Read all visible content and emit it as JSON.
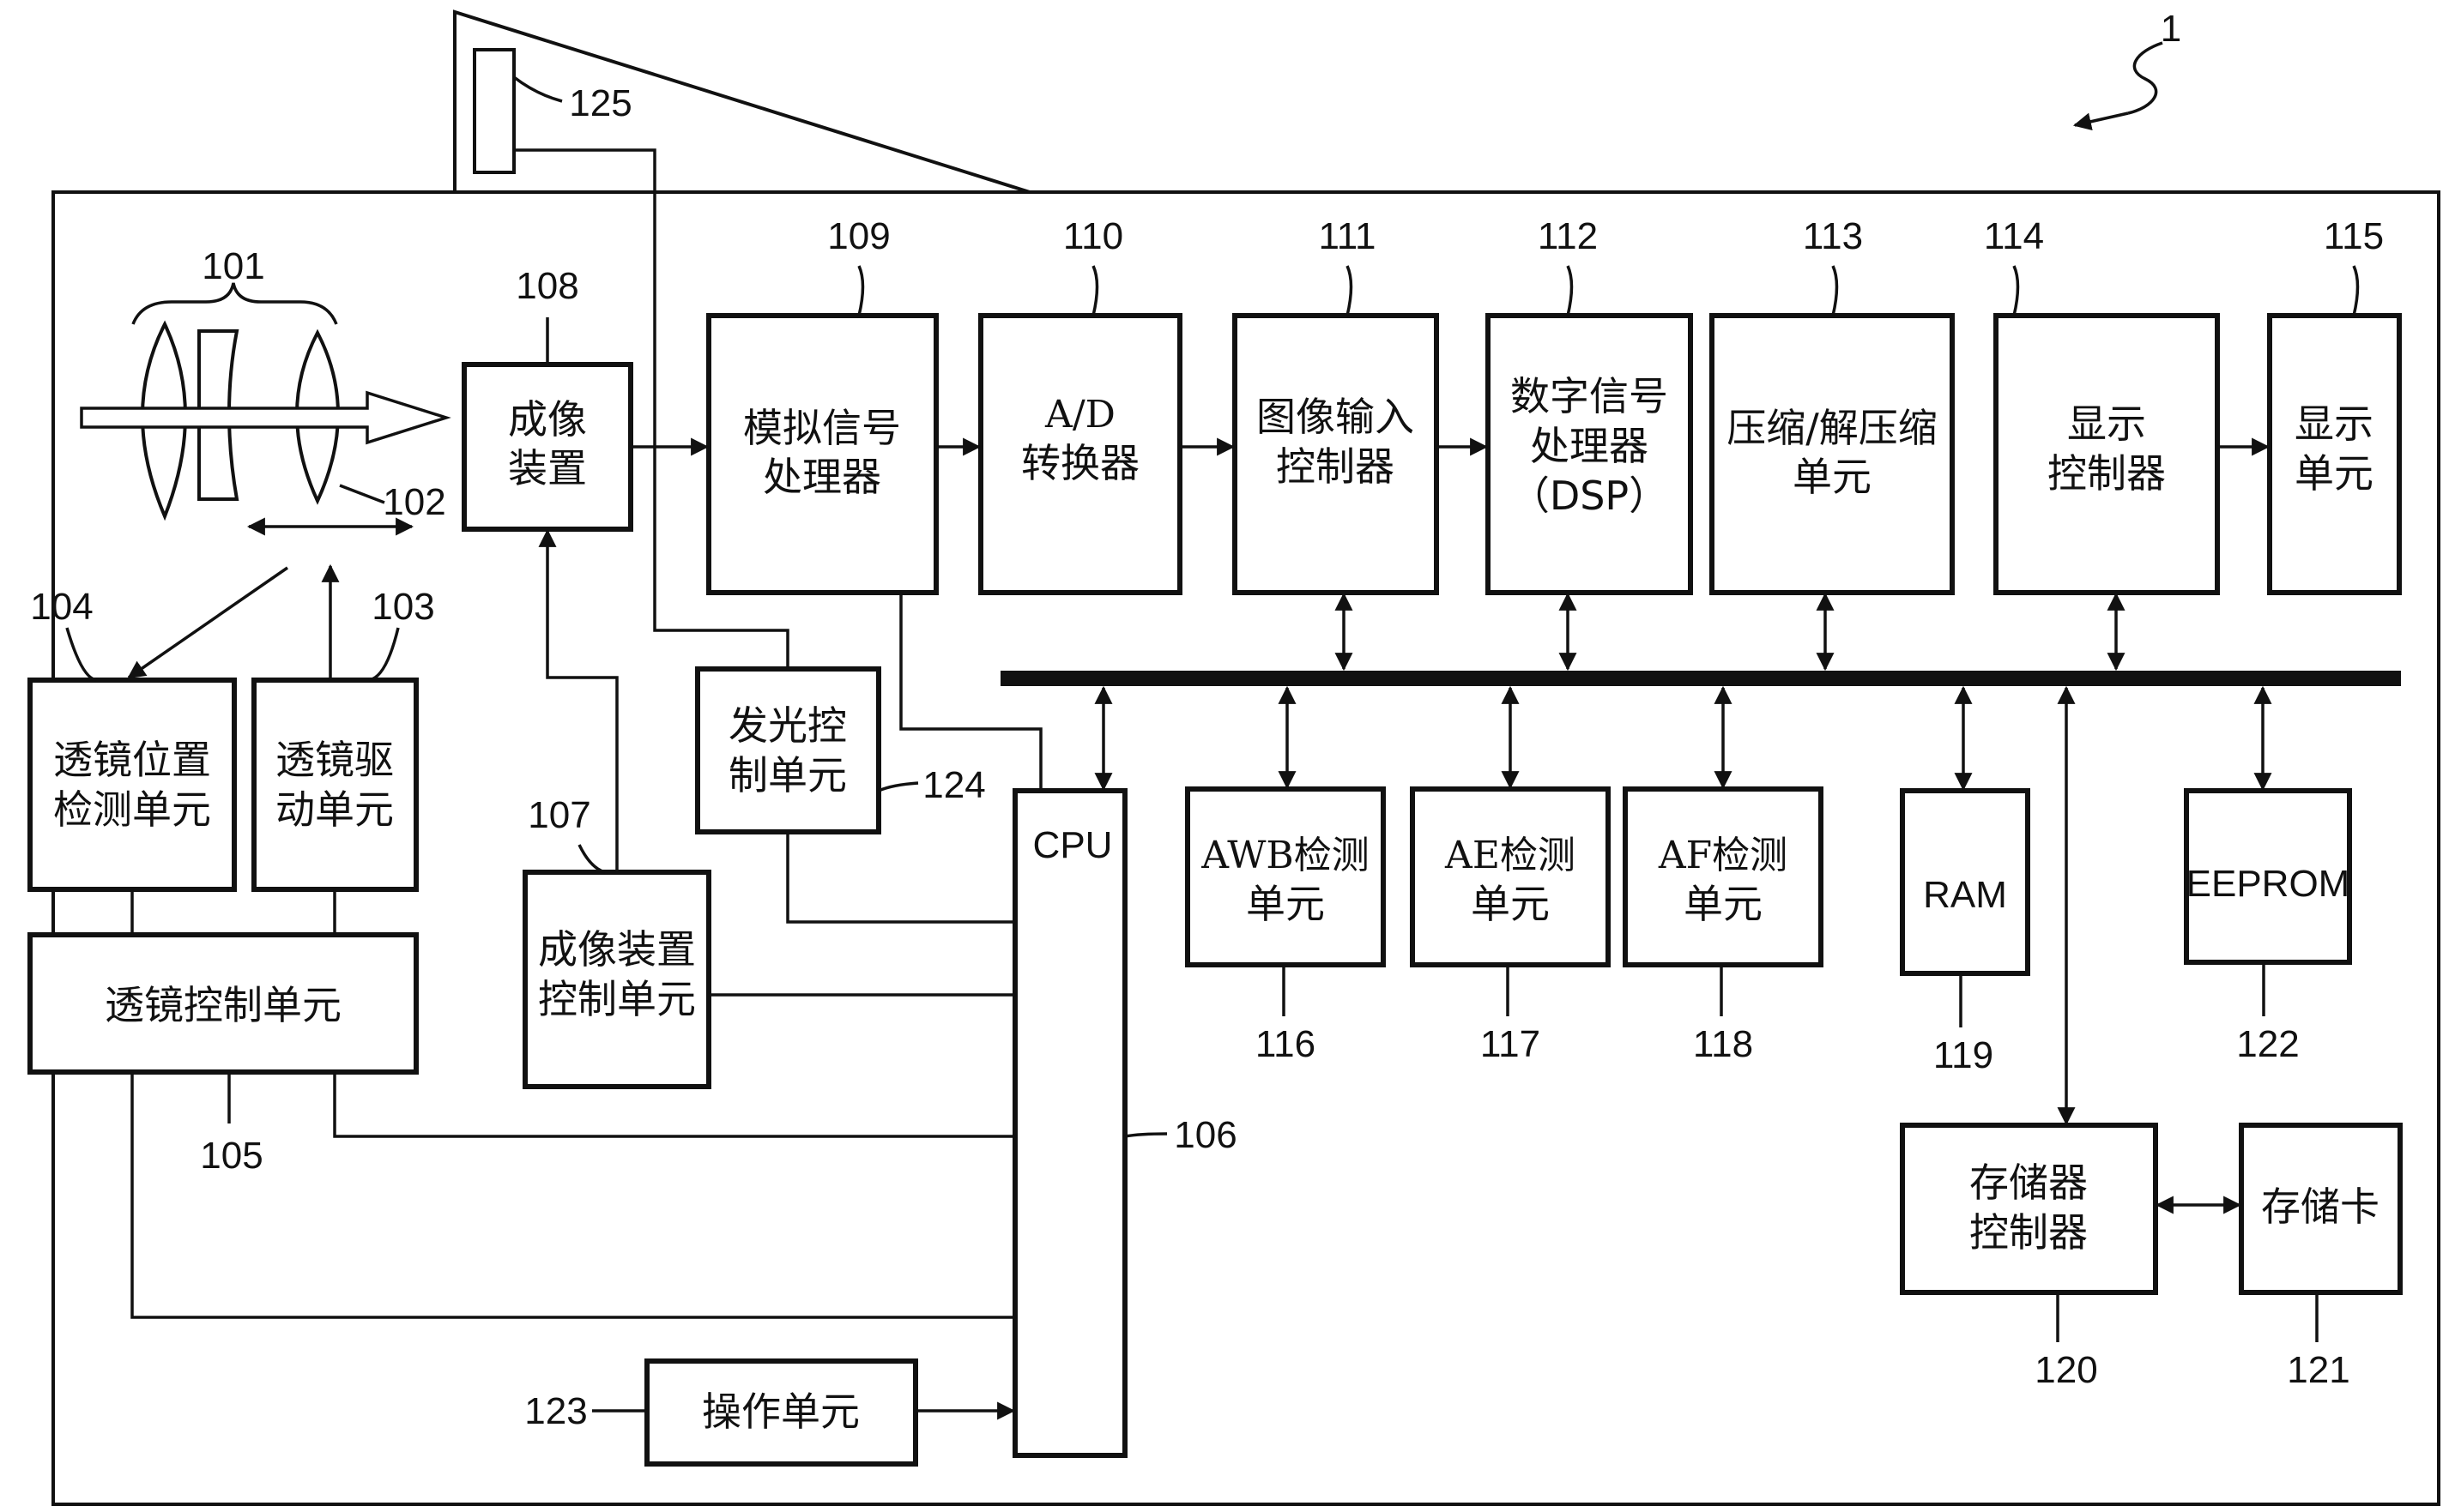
{
  "figure_label": "1",
  "blocks": {
    "imaging_device": {
      "lines": [
        "成像",
        "装置"
      ],
      "ref": "108"
    },
    "analog_signal_processor": {
      "lines": [
        "模拟信号",
        "处理器"
      ],
      "ref": "109"
    },
    "ad_converter": {
      "lines": [
        "A/D",
        "转换器"
      ],
      "ref": "110"
    },
    "image_input_controller": {
      "lines": [
        "图像输入",
        "控制器"
      ],
      "ref": "111"
    },
    "dsp": {
      "lines": [
        "数字信号",
        "处理器",
        "（DSP）"
      ],
      "ref": "112"
    },
    "compression_unit": {
      "lines": [
        "压缩/解压缩",
        "单元"
      ],
      "ref": "113"
    },
    "display_controller": {
      "lines": [
        "显示",
        "控制器"
      ],
      "ref": "114"
    },
    "display_unit": {
      "lines": [
        "显示",
        "单元"
      ],
      "ref": "115"
    },
    "lens_position_detector": {
      "lines": [
        "透镜位置",
        "检测单元"
      ],
      "ref": "104"
    },
    "lens_driver": {
      "lines": [
        "透镜驱",
        "动单元"
      ],
      "ref": "103"
    },
    "lens_controller": {
      "lines": [
        "透镜控制单元"
      ],
      "ref": "105"
    },
    "flash_controller": {
      "lines": [
        "发光控",
        "制单元"
      ],
      "ref": "124"
    },
    "imaging_device_controller": {
      "lines": [
        "成像装置",
        "控制单元"
      ],
      "ref": "107"
    },
    "cpu": {
      "lines": [
        "CPU"
      ],
      "ref": "106"
    },
    "awb_detector": {
      "lines": [
        "AWB检测",
        "单元"
      ],
      "ref": "116"
    },
    "ae_detector": {
      "lines": [
        "AE检测",
        "单元"
      ],
      "ref": "117"
    },
    "af_detector": {
      "lines": [
        "AF检测",
        "单元"
      ],
      "ref": "118"
    },
    "ram": {
      "lines": [
        "RAM"
      ],
      "ref": "119"
    },
    "eeprom": {
      "lines": [
        "EEPROM"
      ],
      "ref": "122"
    },
    "memory_controller": {
      "lines": [
        "存储器",
        "控制器"
      ],
      "ref": "120"
    },
    "memory_card": {
      "lines": [
        "存储卡"
      ],
      "ref": "121"
    },
    "operation_unit": {
      "lines": [
        "操作单元"
      ],
      "ref": "123"
    }
  },
  "refs": {
    "lens_group": "101",
    "lens": "102",
    "flash": "125"
  }
}
